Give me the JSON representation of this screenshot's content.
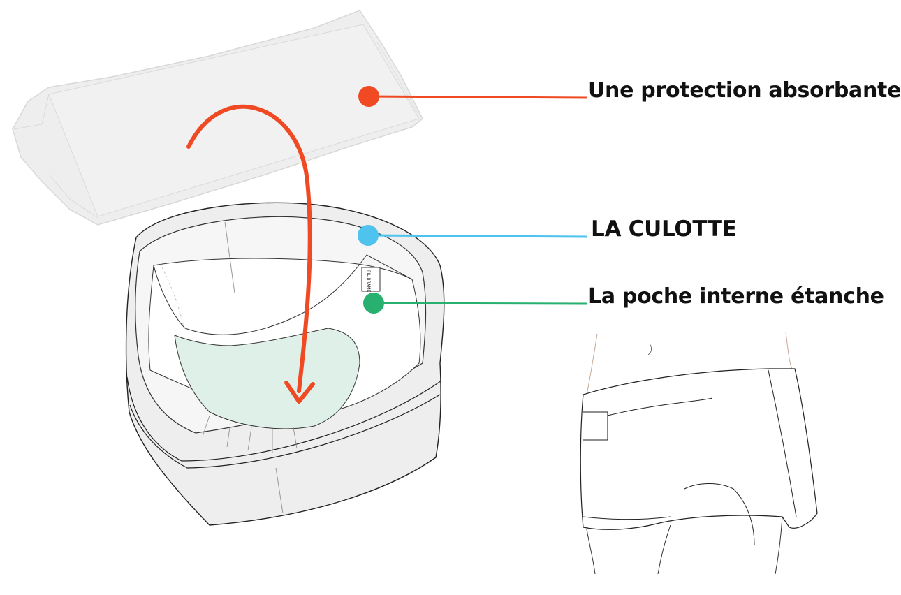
{
  "colors": {
    "absorbent": "#ef4a23",
    "culotte": "#4ec3ee",
    "pocket": "#27b06f",
    "arrow": "#ef4a23",
    "pad_fill": "#efeeee",
    "liner_fill": "#dff0e8",
    "outline": "#222222"
  },
  "callouts": [
    {
      "id": "absorbent",
      "label": "Une protection absorbante",
      "color_key": "absorbent"
    },
    {
      "id": "culotte",
      "label": "LA CULOTTE",
      "color_key": "culotte"
    },
    {
      "id": "pocket",
      "label": "La poche interne étanche",
      "color_key": "pocket"
    }
  ],
  "brand_tag": "FILIBRAME"
}
